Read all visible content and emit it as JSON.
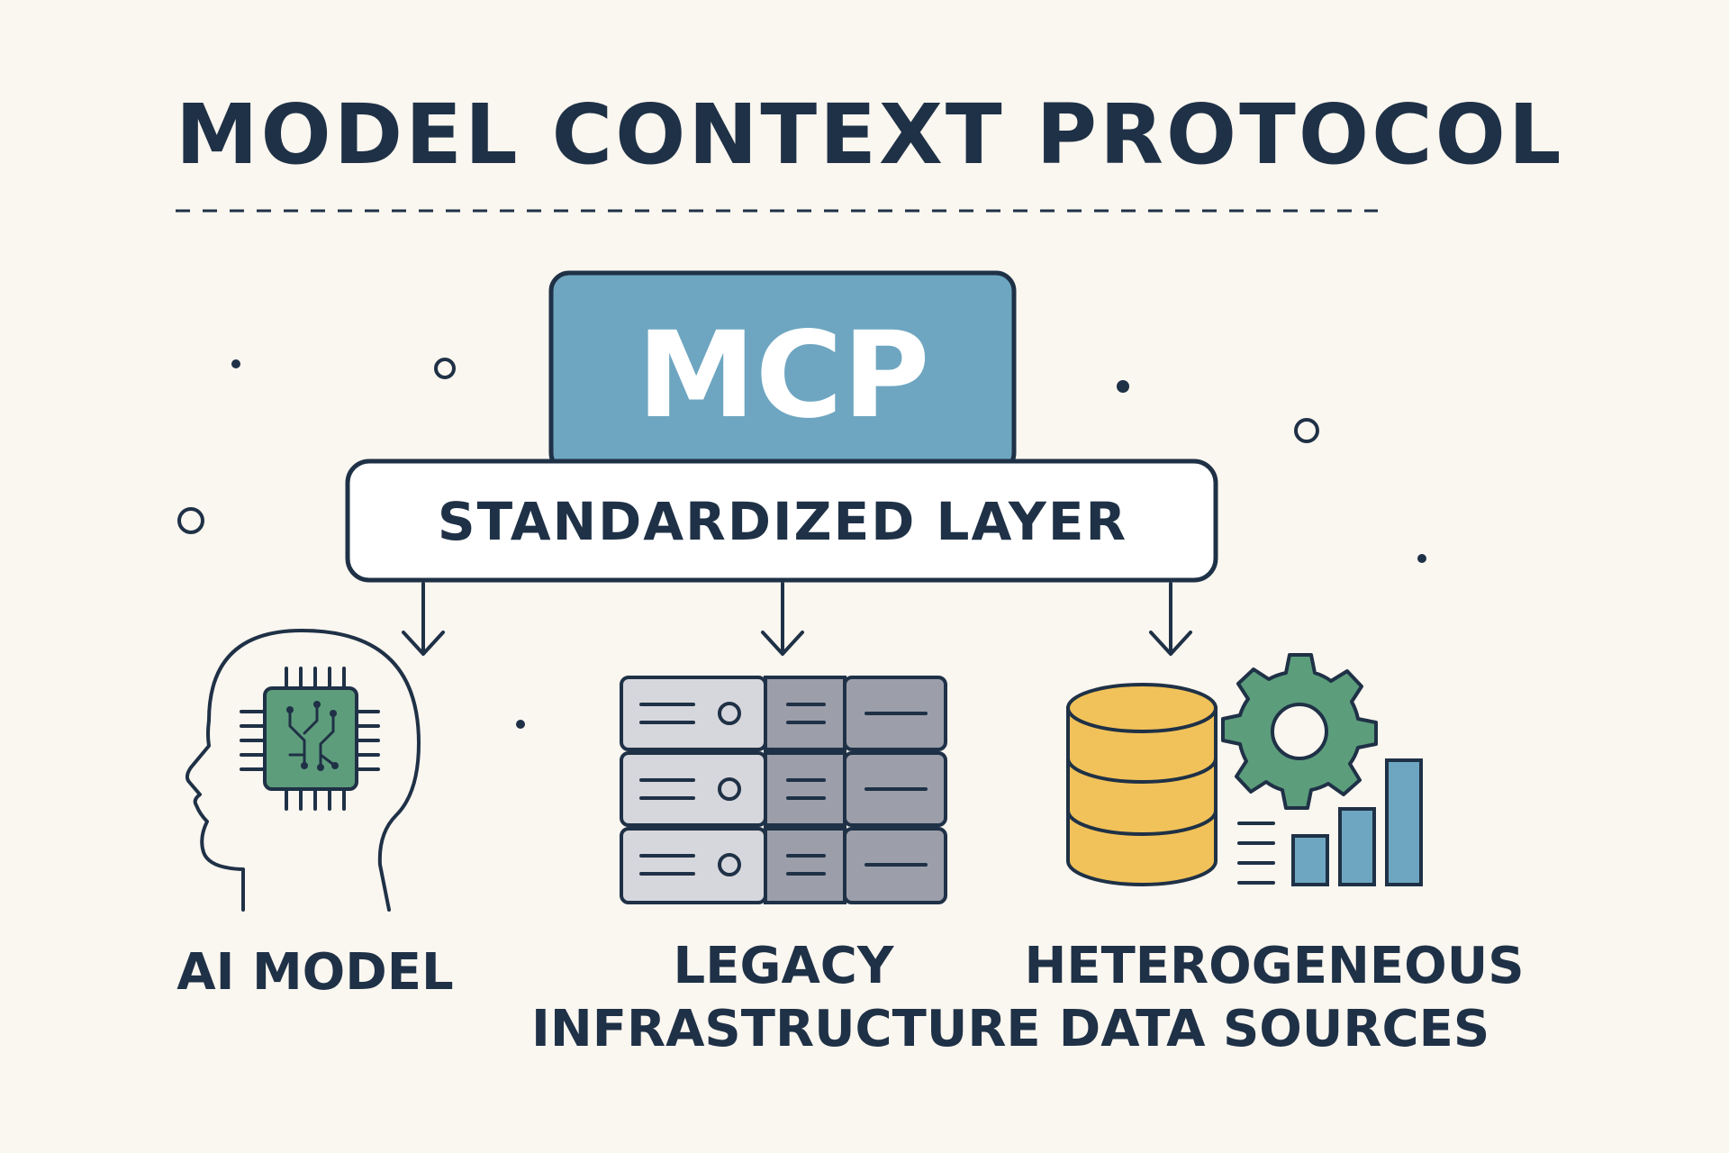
{
  "title": "MODEL CONTEXT PROTOCOL",
  "mcp": {
    "label": "MCP",
    "color": "#6ea6c1"
  },
  "layer": {
    "label": "STANDARDIZED LAYER"
  },
  "nodes": [
    {
      "id": "ai_model",
      "lines": [
        "AI MODEL"
      ],
      "icon": "head-with-chip-icon"
    },
    {
      "id": "legacy",
      "lines": [
        "LEGACY",
        "INFRASTRUCTURE"
      ],
      "icon": "server-rack-icon"
    },
    {
      "id": "hetero",
      "lines": [
        "HETEROGENEOUS",
        "DATA SOURCES"
      ],
      "icon": "database-gear-bar-chart-icon"
    }
  ],
  "colors": {
    "ink": "#1f3146",
    "background": "#faf6f0",
    "chip_green": "#5e9d7c",
    "gear_green": "#5c9d7c",
    "db_yellow": "#f1c25a",
    "server_light": "#d6d7dc",
    "server_dark": "#9c9faa",
    "bar_blue": "#6ea6c1"
  }
}
